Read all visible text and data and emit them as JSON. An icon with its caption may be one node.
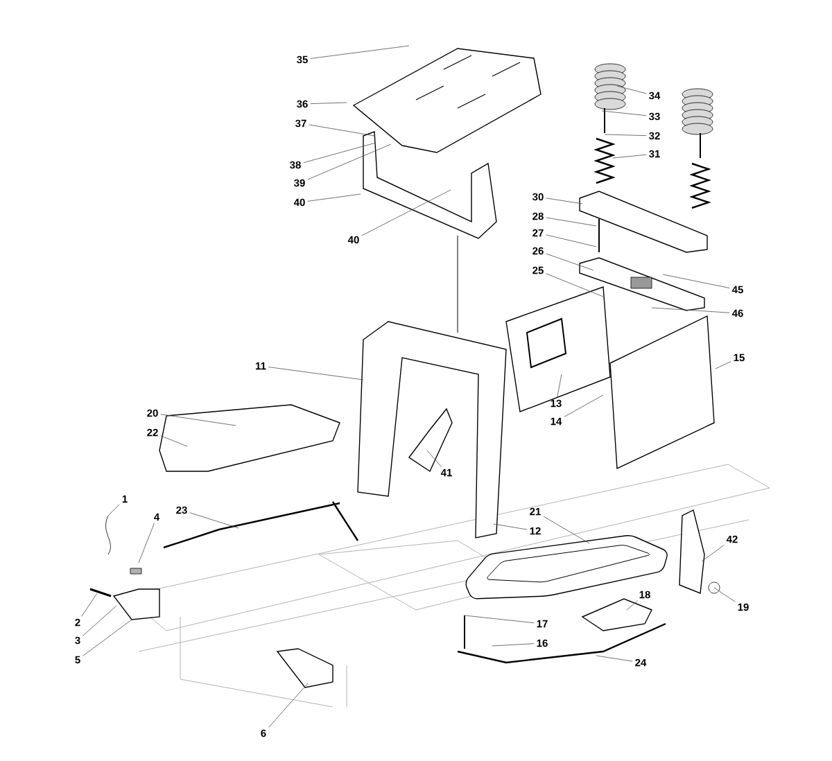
{
  "diagram": {
    "nodes": [
      {
        "text": [
          "35"
        ]
      },
      {
        "text": [
          "36"
        ]
      },
      {
        "text": [
          "37"
        ]
      },
      {
        "text": [
          "38"
        ]
      },
      {
        "text": [
          "39"
        ]
      },
      {
        "text": [
          "40"
        ]
      },
      {
        "text": [
          "40"
        ]
      },
      {
        "text": [
          "34"
        ]
      },
      {
        "text": [
          "33"
        ]
      },
      {
        "text": [
          "32"
        ]
      },
      {
        "text": [
          "31"
        ]
      },
      {
        "text": [
          "30"
        ]
      },
      {
        "text": [
          "28"
        ]
      },
      {
        "text": [
          "27"
        ]
      },
      {
        "text": [
          "26"
        ]
      },
      {
        "text": [
          "25"
        ]
      },
      {
        "text": [
          "45"
        ]
      },
      {
        "text": [
          "46"
        ]
      },
      {
        "text": [
          "15"
        ]
      },
      {
        "text": [
          "11"
        ]
      },
      {
        "text": [
          "13"
        ]
      },
      {
        "text": [
          "14"
        ]
      },
      {
        "text": [
          "20"
        ]
      },
      {
        "text": [
          "22"
        ]
      },
      {
        "text": [
          "41"
        ]
      },
      {
        "text": [
          "12"
        ]
      },
      {
        "text": [
          "21"
        ]
      },
      {
        "text": [
          "42"
        ]
      },
      {
        "text": [
          "19"
        ]
      },
      {
        "text": [
          "1"
        ]
      },
      {
        "text": [
          "4"
        ]
      },
      {
        "text": [
          "23"
        ]
      },
      {
        "text": [
          "2"
        ]
      },
      {
        "text": [
          "3"
        ]
      },
      {
        "text": [
          "5"
        ]
      },
      {
        "text": [
          "18"
        ]
      },
      {
        "text": [
          "17"
        ]
      },
      {
        "text": [
          "16"
        ]
      },
      {
        "text": [
          "24"
        ]
      },
      {
        "text": [
          "6"
        ]
      }
    ],
    "edges": [
      {
        "from": 0,
        "to": null,
        "arrow": "none"
      },
      {
        "from": 1,
        "to": null,
        "arrow": "none"
      },
      {
        "from": 2,
        "to": null,
        "arrow": "none"
      },
      {
        "from": 3,
        "to": null,
        "arrow": "none"
      },
      {
        "from": 4,
        "to": null,
        "arrow": "none"
      },
      {
        "from": 5,
        "to": null,
        "arrow": "none"
      },
      {
        "from": 6,
        "to": null,
        "arrow": "none"
      },
      {
        "from": 7,
        "to": null,
        "arrow": "none"
      },
      {
        "from": 8,
        "to": null,
        "arrow": "none"
      },
      {
        "from": 9,
        "to": null,
        "arrow": "none"
      },
      {
        "from": 10,
        "to": null,
        "arrow": "none"
      },
      {
        "from": 11,
        "to": null,
        "arrow": "none"
      },
      {
        "from": 12,
        "to": null,
        "arrow": "none"
      },
      {
        "from": 13,
        "to": null,
        "arrow": "none"
      },
      {
        "from": 14,
        "to": null,
        "arrow": "none"
      },
      {
        "from": 15,
        "to": null,
        "arrow": "none"
      },
      {
        "from": 16,
        "to": null,
        "arrow": "none"
      },
      {
        "from": 17,
        "to": null,
        "arrow": "none"
      },
      {
        "from": 18,
        "to": null,
        "arrow": "none"
      },
      {
        "from": 19,
        "to": null,
        "arrow": "none"
      },
      {
        "from": 20,
        "to": null,
        "arrow": "none"
      },
      {
        "from": 21,
        "to": null,
        "arrow": "none"
      },
      {
        "from": 22,
        "to": null,
        "arrow": "none"
      },
      {
        "from": 23,
        "to": null,
        "arrow": "none"
      },
      {
        "from": 24,
        "to": null,
        "arrow": "none"
      },
      {
        "from": 25,
        "to": null,
        "arrow": "none"
      },
      {
        "from": 26,
        "to": null,
        "arrow": "none"
      },
      {
        "from": 27,
        "to": null,
        "arrow": "none"
      },
      {
        "from": 28,
        "to": null,
        "arrow": "none"
      },
      {
        "from": 29,
        "to": null,
        "arrow": "none"
      },
      {
        "from": 30,
        "to": null,
        "arrow": "none"
      },
      {
        "from": 31,
        "to": null,
        "arrow": "none"
      },
      {
        "from": 32,
        "to": null,
        "arrow": "none"
      },
      {
        "from": 33,
        "to": null,
        "arrow": "none"
      },
      {
        "from": 34,
        "to": null,
        "arrow": "none"
      },
      {
        "from": 35,
        "to": null,
        "arrow": "none"
      },
      {
        "from": 36,
        "to": null,
        "arrow": "none"
      },
      {
        "from": 37,
        "to": null,
        "arrow": "none"
      },
      {
        "from": 38,
        "to": null,
        "arrow": "none"
      },
      {
        "from": 39,
        "to": null,
        "arrow": "none"
      }
    ]
  }
}
